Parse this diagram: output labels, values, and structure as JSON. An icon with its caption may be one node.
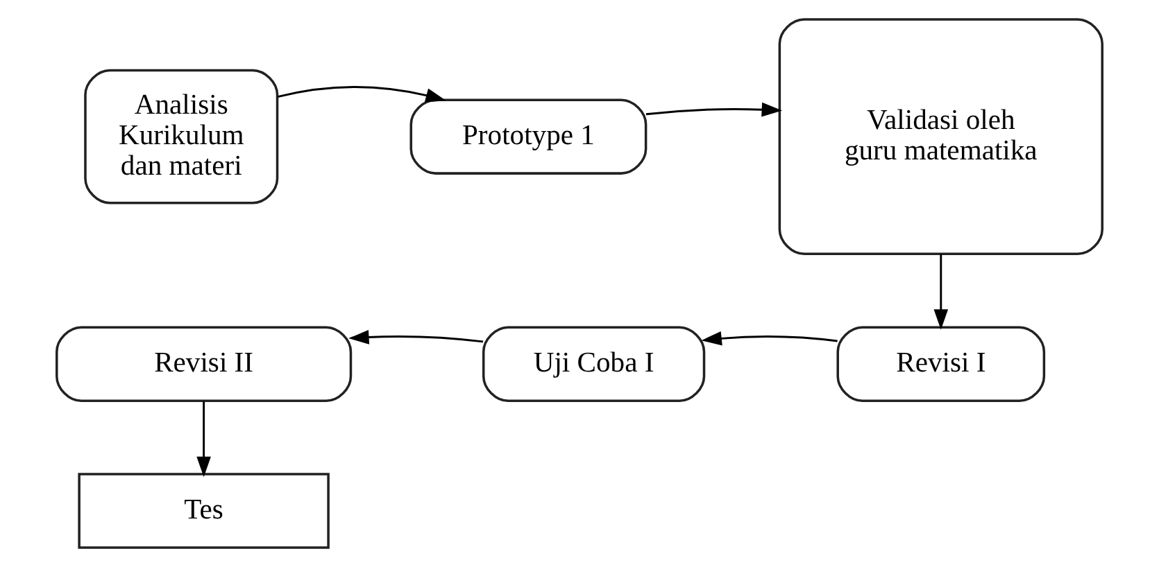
{
  "diagram": {
    "nodes": [
      {
        "text": [
          "Analisis Kurikulum dan materi"
        ]
      },
      {
        "text": [
          "Prototype 1"
        ]
      },
      {
        "text": [
          "Validasi oleh guru matematika"
        ]
      },
      {
        "text": [
          "Revisi I"
        ]
      },
      {
        "text": [
          "Uji Coba I"
        ]
      },
      {
        "text": [
          "Revisi II"
        ]
      },
      {
        "text": [
          "Tes"
        ]
      }
    ],
    "edges": [
      {
        "from": 0,
        "to": 1,
        "arrow": "to"
      },
      {
        "from": 1,
        "to": 2,
        "arrow": "to"
      },
      {
        "from": 2,
        "to": 3,
        "arrow": "to"
      },
      {
        "from": 3,
        "to": 4,
        "arrow": "to"
      },
      {
        "from": 4,
        "to": 5,
        "arrow": "to"
      },
      {
        "from": 5,
        "to": 6,
        "arrow": "to"
      }
    ]
  }
}
